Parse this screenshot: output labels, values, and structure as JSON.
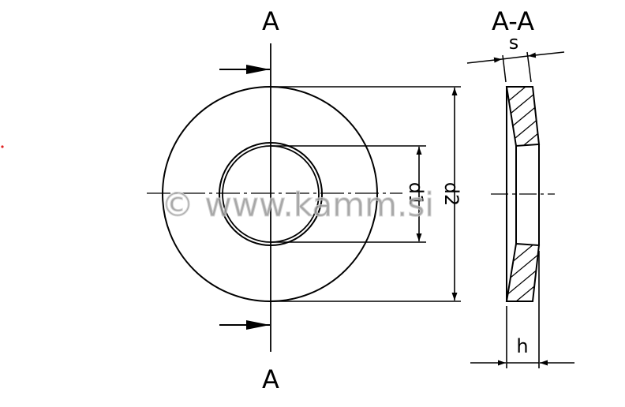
{
  "diagram": {
    "type": "technical-drawing",
    "subject": "conical spring washer (disc spring)",
    "stroke_color": "#000000",
    "background_color": "#ffffff",
    "front_view": {
      "section_marker_top": "A",
      "section_marker_bottom": "A",
      "dimension_inner_diameter": "d1",
      "dimension_outer_diameter": "d2"
    },
    "section_view": {
      "title": "A-A",
      "dimension_thickness": "s",
      "dimension_height": "h"
    },
    "watermark": {
      "text": "© www.kamm.si",
      "color": "#9a9a9a"
    },
    "stray_mark_color": "#e02020"
  }
}
